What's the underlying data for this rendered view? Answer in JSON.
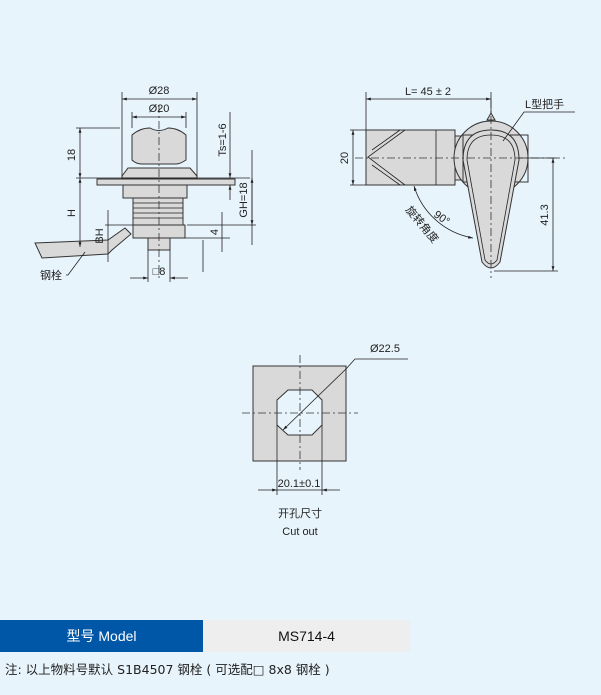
{
  "side_view": {
    "dia_outer": "Ø28",
    "dia_inner": "Ø20",
    "height_top": "18",
    "height_h": "H",
    "bh": "BH",
    "ts": "Ts=1-6",
    "gh": "GH=18",
    "dim_4": "4",
    "square": "□8",
    "bolt_label": "钢栓"
  },
  "front_view": {
    "length": "L= 45 ± 2",
    "height": "20",
    "handle_label": "L型把手",
    "angle": "90°",
    "rotation_label": "旋转角度",
    "handle_length": "41.3"
  },
  "cutout": {
    "diameter": "Ø22.5",
    "width": "20.1±0.1",
    "title_cn": "开孔尺寸",
    "title_en": "Cut out"
  },
  "spec_table": {
    "label": "型号 Model",
    "value": "MS714-4"
  },
  "note": "注:  以上物料号默认 S1B4507 钢栓 ( 可选配□ 8x8 钢栓 )",
  "colors": {
    "background": "#e8f4fc",
    "header": "#0057a8",
    "cell": "#eeeeee"
  }
}
